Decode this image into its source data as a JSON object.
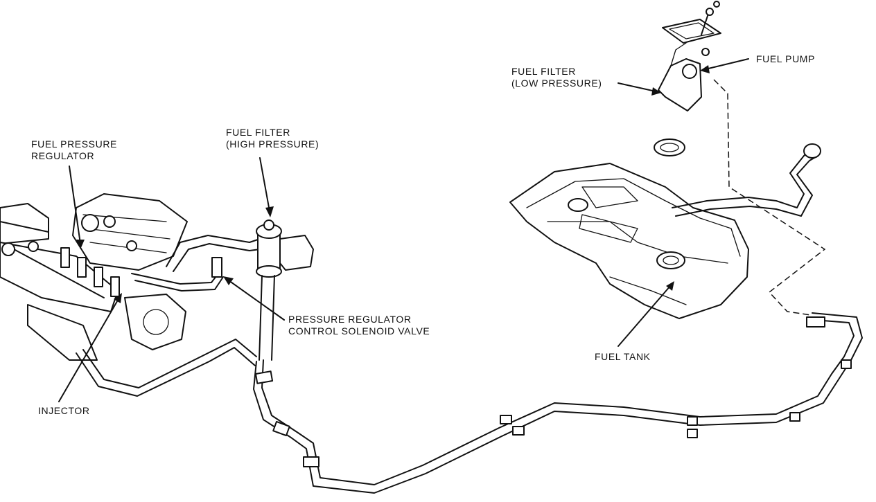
{
  "labels": {
    "fuel_pressure_regulator": [
      "FUEL PRESSURE",
      "REGULATOR"
    ],
    "fuel_filter_high": [
      "FUEL FILTER",
      "(HIGH PRESSURE)"
    ],
    "pressure_regulator_control_solenoid": [
      "PRESSURE REGULATOR",
      "CONTROL SOLENOID VALVE"
    ],
    "injector": "INJECTOR",
    "fuel_filter_low": [
      "FUEL FILTER",
      "(LOW PRESSURE)"
    ],
    "fuel_pump": "FUEL PUMP",
    "fuel_tank": "FUEL TANK"
  }
}
